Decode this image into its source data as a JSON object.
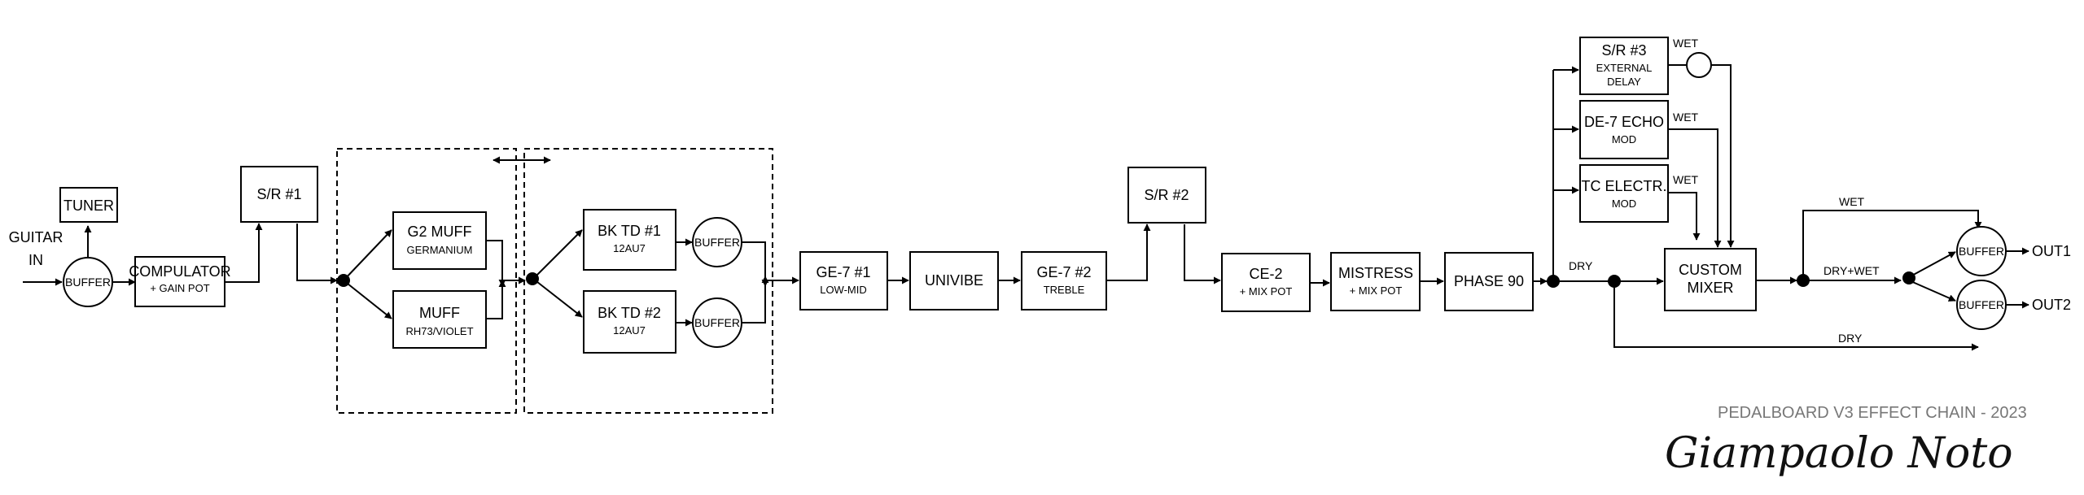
{
  "diagram": {
    "input_label": [
      "GUITAR",
      "IN"
    ],
    "tuner": "TUNER",
    "buffer_in": "BUFFER",
    "compulator": {
      "line1": "COMPULATOR",
      "line2": "+ GAIN POT"
    },
    "sr1": "S/R #1",
    "g2muff": {
      "line1": "G2 MUFF",
      "line2": "GERMANIUM"
    },
    "muff": {
      "line1": "MUFF",
      "line2": "RH73/VIOLET"
    },
    "bktd1": {
      "line1": "BK TD #1",
      "line2": "12AU7"
    },
    "bktd2": {
      "line1": "BK TD #2",
      "line2": "12AU7"
    },
    "buffer_td1": "BUFFER",
    "buffer_td2": "BUFFER",
    "ge7_1": {
      "line1": "GE-7 #1",
      "line2": "LOW-MID"
    },
    "univibe": "UNIVIBE",
    "ge7_2": {
      "line1": "GE-7 #2",
      "line2": "TREBLE"
    },
    "sr2": "S/R #2",
    "ce2": {
      "line1": "CE-2",
      "line2": "+ MIX POT"
    },
    "mistress": {
      "line1": "MISTRESS",
      "line2": "+ MIX POT"
    },
    "phase90": "PHASE 90",
    "sr3": {
      "line1": "S/R #3",
      "line2": "EXTERNAL",
      "line3": "DELAY"
    },
    "de7": {
      "line1": "DE-7 ECHO",
      "line2": "MOD"
    },
    "tcelectr": {
      "line1": "TC ELECTR.",
      "line2": "MOD"
    },
    "custom_mixer": {
      "line1": "CUSTOM",
      "line2": "MIXER"
    },
    "wet": "WET",
    "dry": "DRY",
    "dry_wet": "DRY+WET",
    "buffer_out1": "BUFFER",
    "buffer_out2": "BUFFER",
    "out1": "OUT1",
    "out2": "OUT2"
  },
  "credit": "PEDALBOARD V3 EFFECT CHAIN - 2023",
  "signature": "Giampaolo Noto"
}
